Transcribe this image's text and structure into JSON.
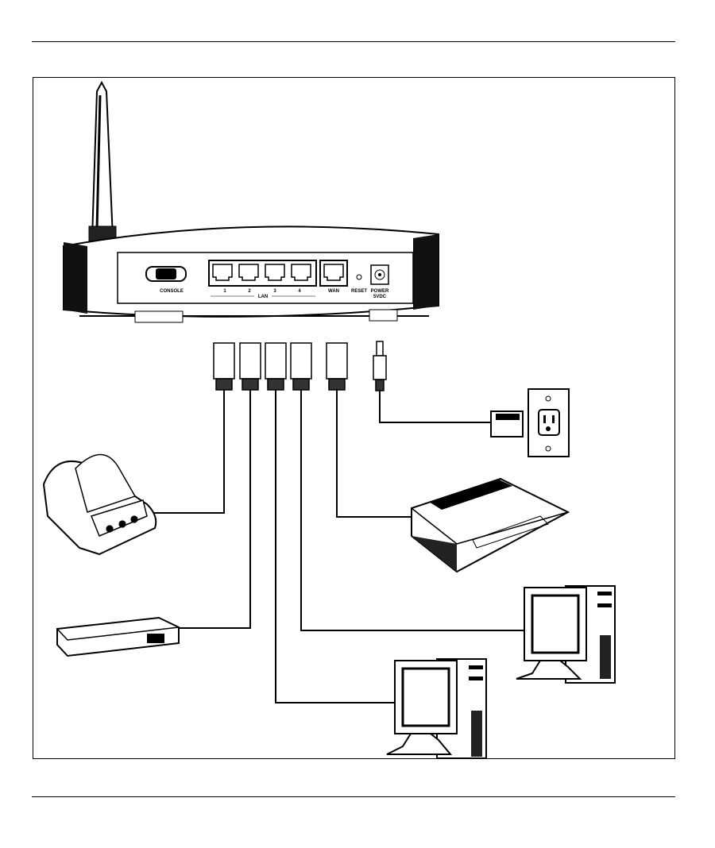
{
  "figure": {
    "router_labels": {
      "console": "CONSOLE",
      "lan_ports": [
        "1",
        "2",
        "3",
        "4"
      ],
      "lan": "LAN",
      "wan": "WAN",
      "reset": "RESET",
      "power_line1": "POWER",
      "power_line2": "5VDC"
    }
  }
}
